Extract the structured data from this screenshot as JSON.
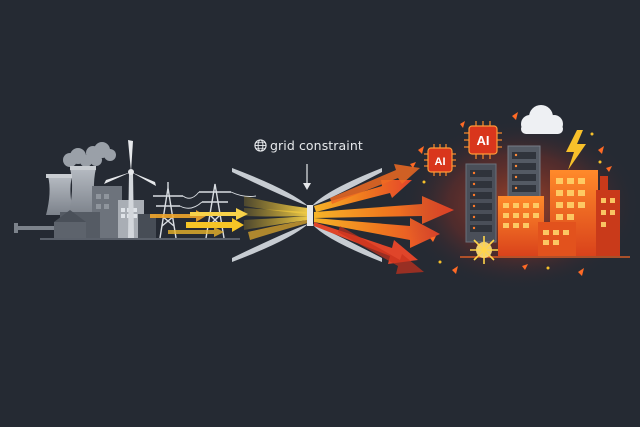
{
  "diagram": {
    "constraint_label": "grid constraint",
    "chip_labels": [
      "AI",
      "AI"
    ],
    "icons": [
      "globe-icon",
      "down-arrow-icon",
      "cloud-icon",
      "lightning-icon",
      "spark-icon",
      "wind-turbine-icon",
      "transmission-tower-icon",
      "power-plant-icon",
      "ai-chip-icon",
      "server-rack-icon",
      "building-icon"
    ],
    "colors": {
      "background": "#252a33",
      "supply_grey": "#8a9099",
      "flow_yellow": "#f5c526",
      "flow_orange": "#f08a1c",
      "flow_red": "#e5452b",
      "city_orange": "#f06a1e"
    }
  }
}
